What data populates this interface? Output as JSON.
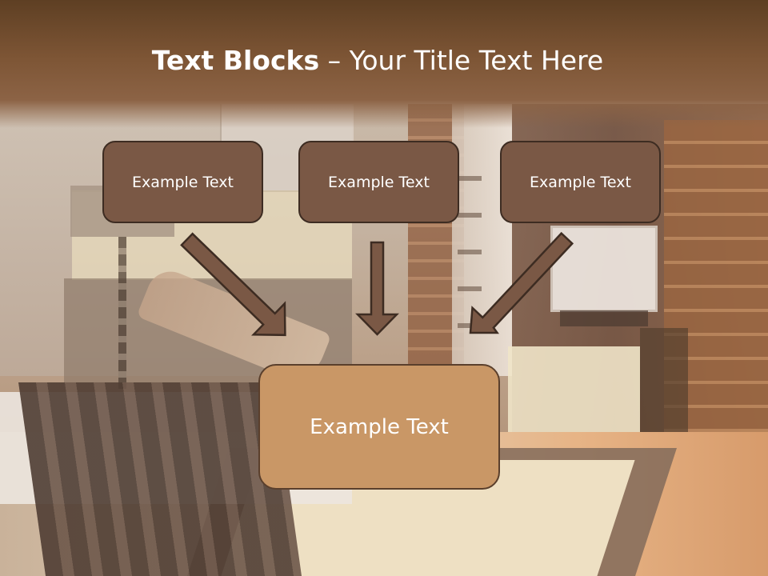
{
  "slide": {
    "title_bold": "Text Blocks",
    "title_dash": " – ",
    "title_rest": "Your Title Text Here",
    "boxes": [
      {
        "label": "Example Text"
      },
      {
        "label": "Example Text"
      },
      {
        "label": "Example Text"
      }
    ],
    "target_box": {
      "label": "Example Text"
    }
  },
  "colors": {
    "header": "#7d5535",
    "box_fill": "#7a5845",
    "box_border": "#3d2c22",
    "target_fill": "#c99766",
    "arrow_fill": "#7a5845"
  }
}
